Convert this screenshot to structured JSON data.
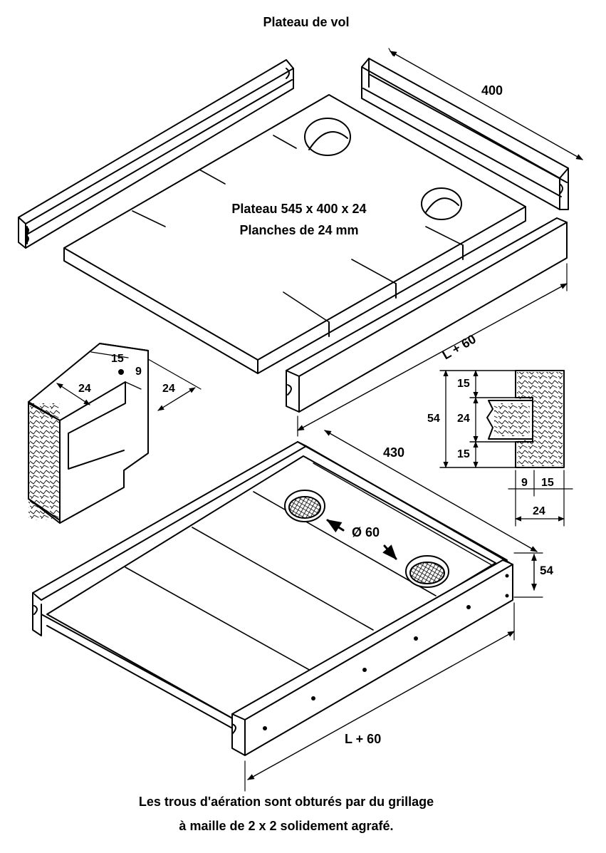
{
  "title": "Plateau de vol",
  "plate": {
    "line1": "Plateau 545 x 400 x 24",
    "line2": "Planches de 24 mm"
  },
  "dimensions": {
    "rail_length": "400",
    "front_length": "L + 60",
    "bottom_length": "L + 60",
    "frame_depth": "430",
    "frame_height": "54",
    "hole_diameter": "Ø 60"
  },
  "detail_profile": {
    "top": "15",
    "groove": "9",
    "width_a": "24",
    "width_b": "24"
  },
  "detail_section": {
    "height_total": "54",
    "upper": "15",
    "groove": "24",
    "lower": "15",
    "gap": "9",
    "wall": "15",
    "width": "24"
  },
  "note": {
    "line1": "Les trous d'aération sont obturés par du grillage",
    "line2": "à maille de 2 x 2 solidement agrafé."
  }
}
